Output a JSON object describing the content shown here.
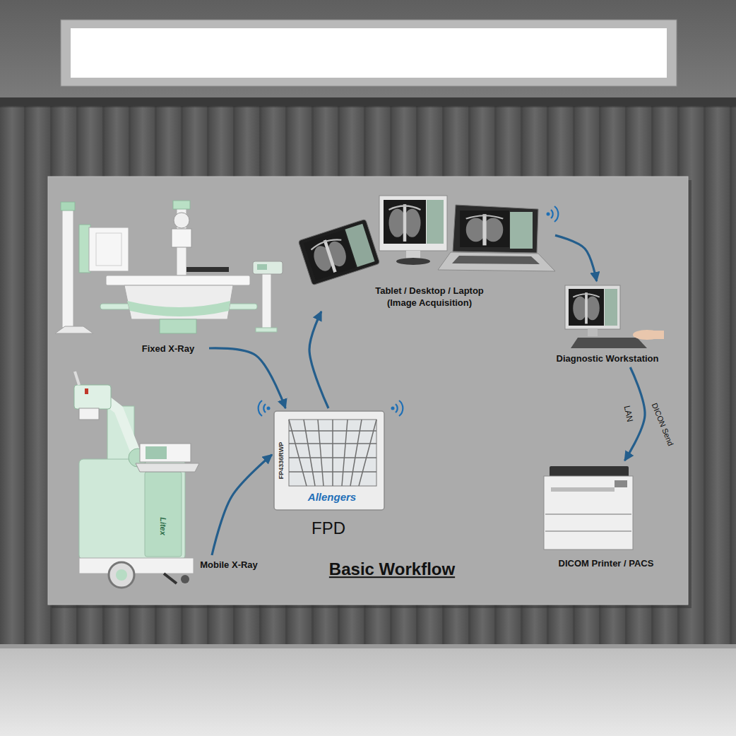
{
  "diagram": {
    "title": "Basic Workflow",
    "nodes": [
      {
        "text": [
          "Fixed X-Ray"
        ]
      },
      {
        "text": [
          "Mobile X-Ray"
        ]
      },
      {
        "text": [
          "FPD"
        ]
      },
      {
        "text": [
          "Tablet / Desktop / Laptop (Image Acquisition)"
        ]
      },
      {
        "text": [
          "Diagnostic Workstation"
        ]
      },
      {
        "text": [
          "DICOM Printer / PACS"
        ]
      }
    ],
    "edges": [
      {
        "from": 0,
        "to": 2,
        "arrow": "to"
      },
      {
        "from": 1,
        "to": 2,
        "arrow": "to"
      },
      {
        "from": 2,
        "to": 3,
        "arrow": "to"
      },
      {
        "from": 3,
        "to": 4,
        "arrow": "to"
      },
      {
        "from": 4,
        "to": 5,
        "arrow": "to",
        "label": "LAN"
      }
    ],
    "labels": [
      "FP4336RWP",
      "Allengers",
      "Litex",
      "DICON Send"
    ]
  }
}
